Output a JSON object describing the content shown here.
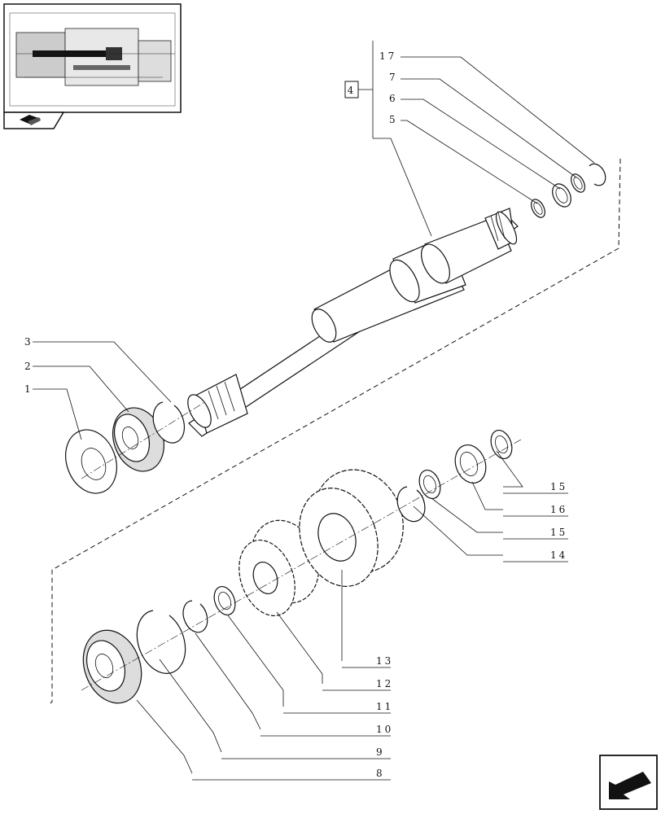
{
  "thumbnail": {
    "icon": "transmission-cutaway-thumbnail"
  },
  "nav": {
    "prev_icon": "book-arrow-icon",
    "next_icon": "next-page-arrow-icon"
  },
  "group_label": "4",
  "callouts": {
    "p1": "1",
    "p2": "2",
    "p3": "3",
    "p5": "5",
    "p6": "6",
    "p7": "7",
    "p8": "8",
    "p9": "9",
    "p10": "10",
    "p11": "11",
    "p12": "12",
    "p13": "13",
    "p14": "14",
    "p15a": "15",
    "p15b": "15",
    "p16": "16",
    "p17": "17"
  }
}
